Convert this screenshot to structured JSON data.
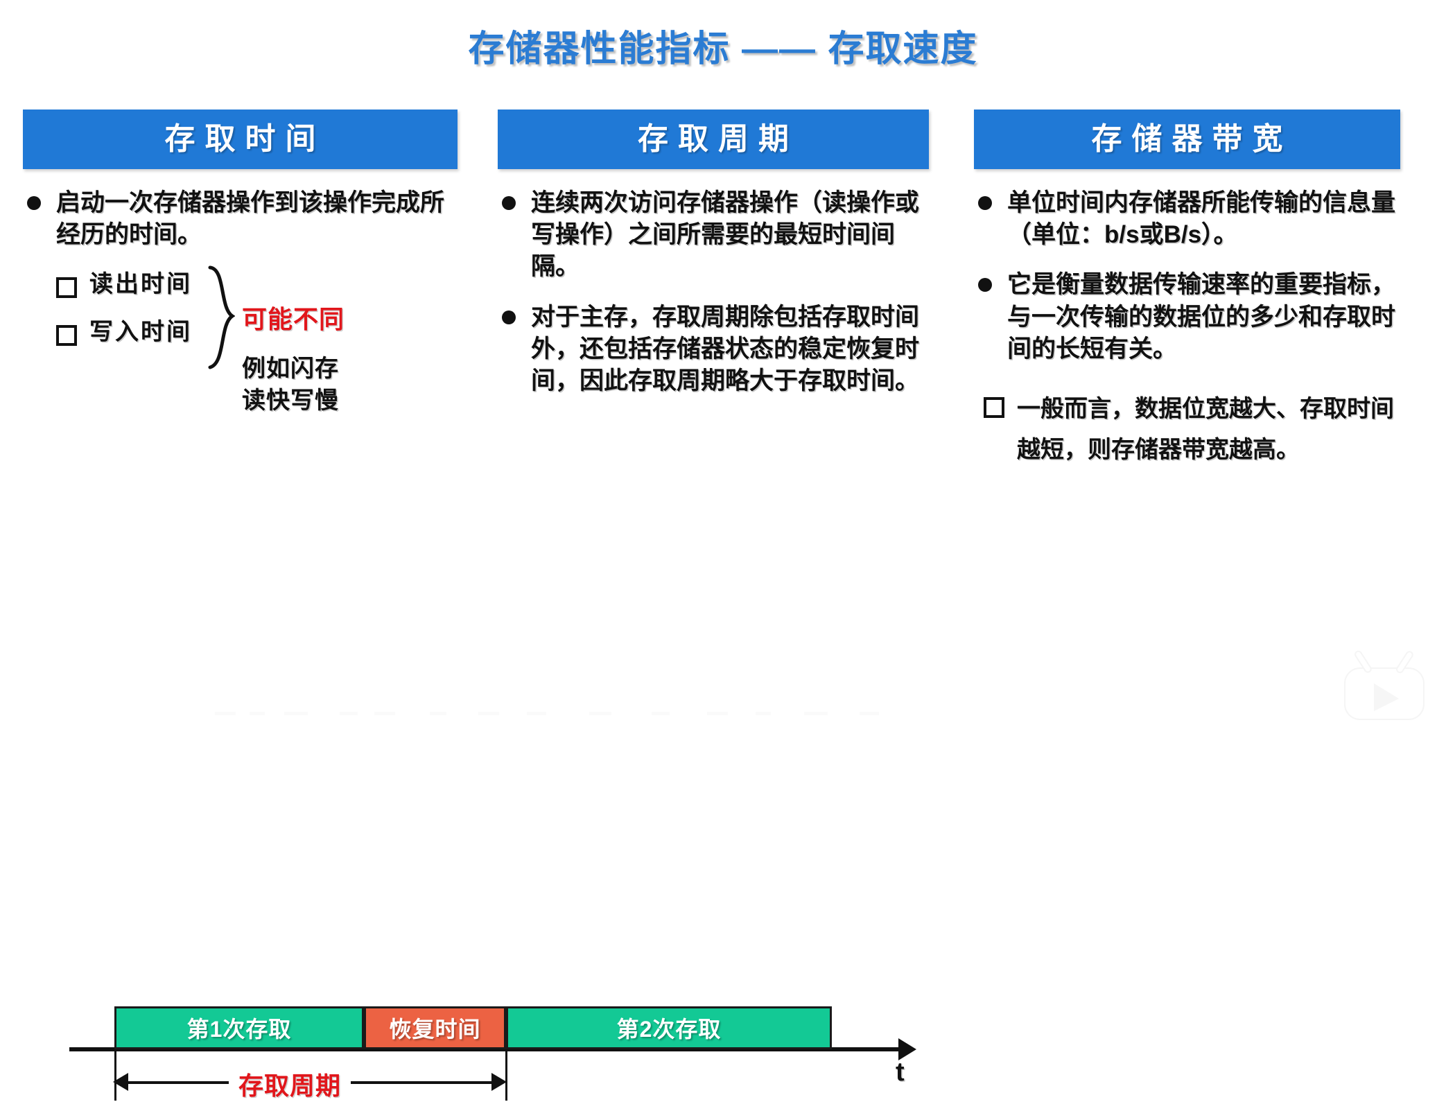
{
  "slide": {
    "title": "存储器性能指标 —— 存取速度",
    "accent_blue": "#2079d6",
    "accent_red": "#e1161b",
    "block_green": "#13c995",
    "block_orange": "#ec6243"
  },
  "columns": [
    {
      "header": "存取时间",
      "bullets": [
        "启动一次存储器操作到该操作完成所经历的时间。"
      ],
      "sub_items": [
        "读出时间",
        "写入时间"
      ],
      "brace_label": "可能不同",
      "note_lines": [
        "例如闪存",
        "读快写慢"
      ]
    },
    {
      "header": "存取周期",
      "bullets": [
        "连续两次访问存储器操作（读操作或写操作）之间所需要的最短时间间隔。",
        "对于主存，存取周期除包括存取时间外，还包括存储器状态的稳定恢复时间，因此存取周期略大于存取时间。"
      ]
    },
    {
      "header": "存储器带宽",
      "bullets": [
        "单位时间内存储器所能传输的信息量（单位：b/s或B/s）。",
        "它是衡量数据传输速率的重要指标，与一次传输的数据位的多少和存取时间的长短有关。"
      ],
      "sub_items": [
        "一般而言，数据位宽越大、存取时间越短，则存储器带宽越高。"
      ]
    }
  ],
  "timeline": {
    "blocks": [
      {
        "label": "第1次存取",
        "color": "#13c995"
      },
      {
        "label": "恢复时间",
        "color": "#ec6243"
      },
      {
        "label": "第2次存取",
        "color": "#13c995"
      }
    ],
    "axis_label": "t",
    "dimension_label": "存取周期"
  }
}
